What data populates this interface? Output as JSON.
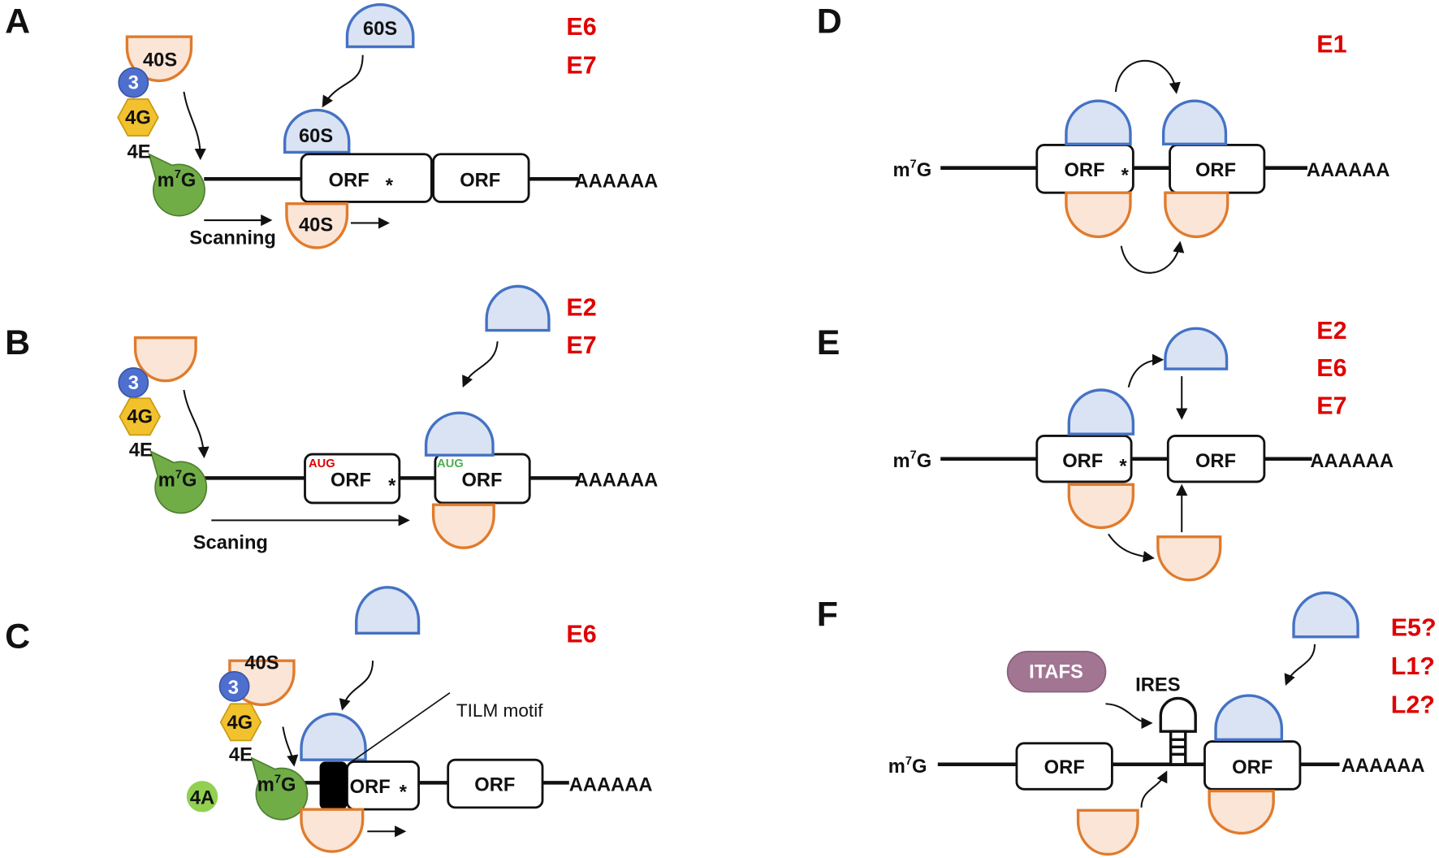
{
  "common": {
    "cap_base": "m",
    "cap_sup": "7",
    "cap_end": "G",
    "tail": "AAAAAA",
    "orf": "ORF",
    "stop": "*",
    "small_subunit": "40S",
    "large_subunit": "60S",
    "eif3": "3",
    "eif4g": "4G",
    "eif4e": "4E",
    "eif4a": "4A"
  },
  "panelA": {
    "letter": "A",
    "labels": [
      "E6",
      "E7"
    ],
    "scanning": "Scanning"
  },
  "panelB": {
    "letter": "B",
    "labels": [
      "E2",
      "E7"
    ],
    "scanning": "Scaning",
    "aug1": "AUG",
    "aug2": "AUG",
    "aug1_color": "#e00000",
    "aug2_color": "#4caf50"
  },
  "panelC": {
    "letter": "C",
    "labels": [
      "E6"
    ],
    "tilm": "TILM motif"
  },
  "panelD": {
    "letter": "D",
    "labels": [
      "E1"
    ]
  },
  "panelE": {
    "letter": "E",
    "labels": [
      "E2",
      "E6",
      "E7"
    ]
  },
  "panelF": {
    "letter": "F",
    "labels": [
      "E5?",
      "L1?",
      "L2?"
    ],
    "itafs": "ITAFS",
    "ires": "IRES"
  },
  "colors": {
    "label_red": "#e00000",
    "large_subunit_stroke": "#4472c4",
    "large_subunit_fill": "#dae3f3",
    "small_subunit_stroke": "#e07b2c",
    "small_subunit_fill": "#fbe5d6",
    "eif3": "#4f6fcf",
    "eif4g": "#f2c12e",
    "eif4e": "#70ad47",
    "eif4a": "#92d050",
    "itafs": "#a27592"
  }
}
